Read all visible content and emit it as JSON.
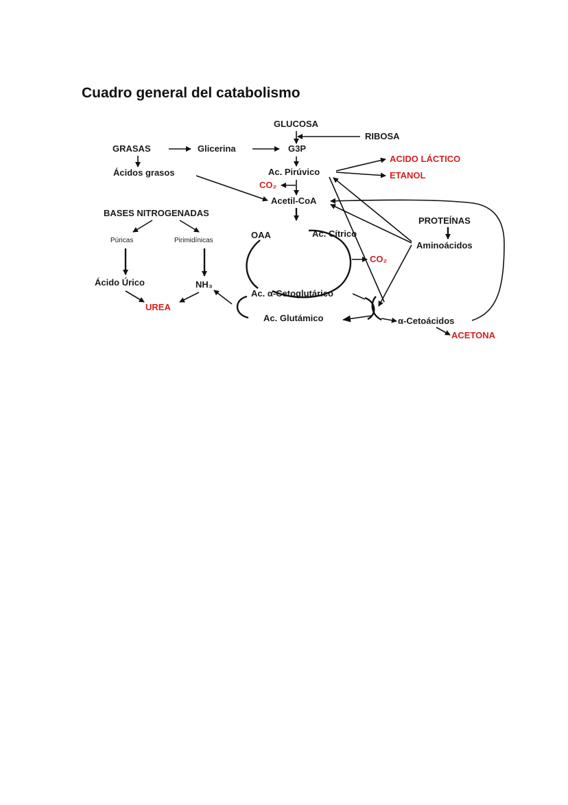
{
  "title": "Cuadro general del catabolismo",
  "colors": {
    "text": "#1a1a1a",
    "highlight": "#d41f1f",
    "lines": "#111111"
  },
  "nodes": {
    "glucosa": "GLUCOSA",
    "ribosa": "RIBOSA",
    "grasas": "GRASAS",
    "glicerina": "Glicerina",
    "g3p": "G3P",
    "acidos_grasos": "Ácidos grasos",
    "ac_piruvico": "Ac. Pirúvico",
    "acido_lactico": "ACIDO LÁCTICO",
    "etanol": "ETANOL",
    "co2_top": "CO₂",
    "acetil_coa": "Acetil-CoA",
    "bases_nitrogenadas": "BASES NITROGENADAS",
    "proteinas": "PROTEÍNAS",
    "puricas": "Púricas",
    "pirimidinicas": "Pirimidínicas",
    "oaa": "OAA",
    "ac_citrico": "Ac. Cítrico",
    "aminoacidos": "Aminoácidos",
    "co2_cycle": "CO₂",
    "acido_urico": "Ácido Úrico",
    "nh3": "NH₃",
    "ac_cetoglutarico": "Ac. α-Cetoglutárico",
    "urea": "UREA",
    "ac_glutamico": "Ac. Glutámico",
    "cetoacidos": "α-Cetoácidos",
    "acetona": "ACETONA"
  }
}
